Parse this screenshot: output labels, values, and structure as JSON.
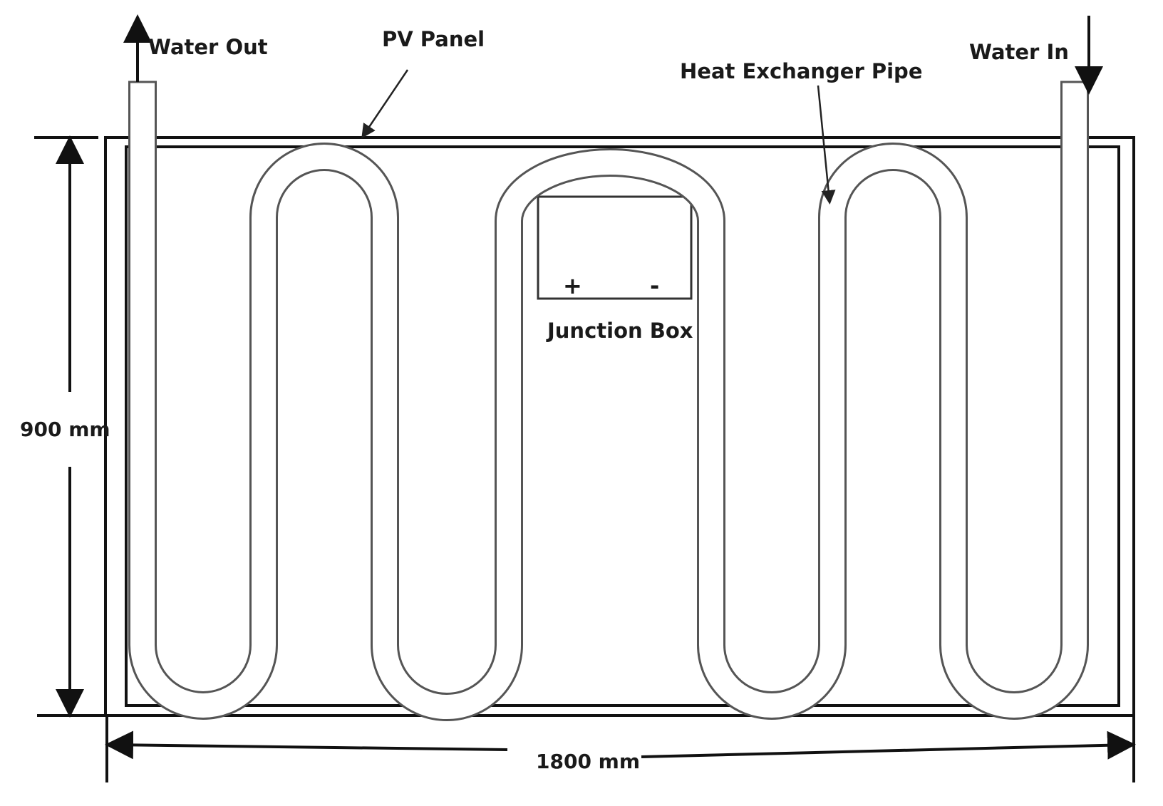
{
  "labels": {
    "water_out": "Water Out",
    "pv_panel": "PV Panel",
    "heat_exchanger_pipe": "Heat Exchanger Pipe",
    "water_in": "Water In",
    "junction_box": "Junction Box",
    "plus_terminal": "+",
    "minus_terminal": "-",
    "height_dimension": "900 mm",
    "width_dimension": "1800 mm"
  },
  "colors": {
    "line": "#111111",
    "pipe_edge": "#555555",
    "background": "#ffffff"
  }
}
